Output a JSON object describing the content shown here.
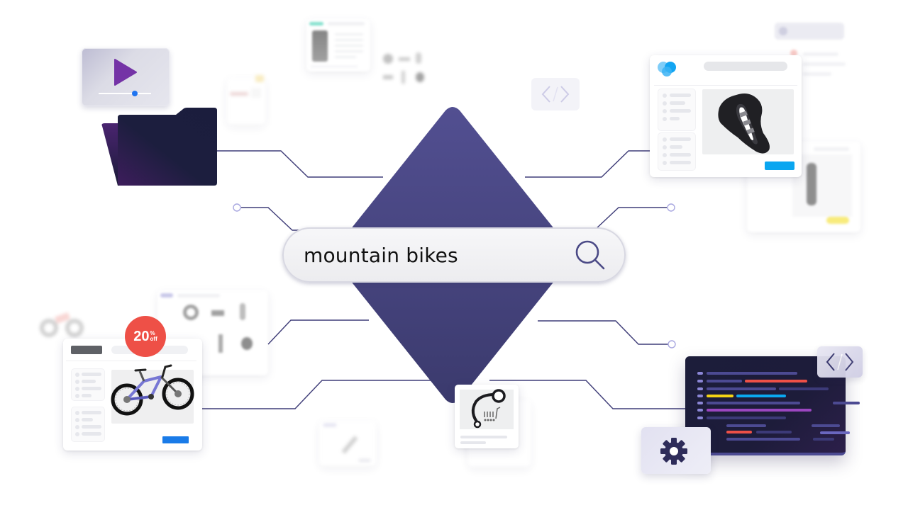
{
  "search": {
    "query": "mountain bikes",
    "icon": "search-icon",
    "icon_color": "#4b4a86"
  },
  "center": {
    "diamond_color_top": "#524f91",
    "diamond_color_bottom": "#3b3a6d"
  },
  "promo_badge": {
    "value": "20",
    "percent": "%",
    "suffix": "off",
    "color": "#ee5047"
  },
  "icons": {
    "video": "play-icon",
    "folder": "folder-icon",
    "code": "code-brackets-icon",
    "gear": "gear-icon",
    "brand": "brand-logo-icon"
  },
  "colors": {
    "connector": "#3f3d78",
    "connector_node": "#a9a8e0",
    "play": "#7433a6",
    "slider_knob": "#1f74f0",
    "cta_blue": "#1a7be8",
    "cta_cyan": "#0aa6f0",
    "accent_yellow": "#f3dc12",
    "accent_teal": "#1fc8a6",
    "code_red": "#ee5047",
    "code_yellow": "#f4d314",
    "code_cyan": "#0aa8f0",
    "code_purple": "#9b46c0"
  }
}
